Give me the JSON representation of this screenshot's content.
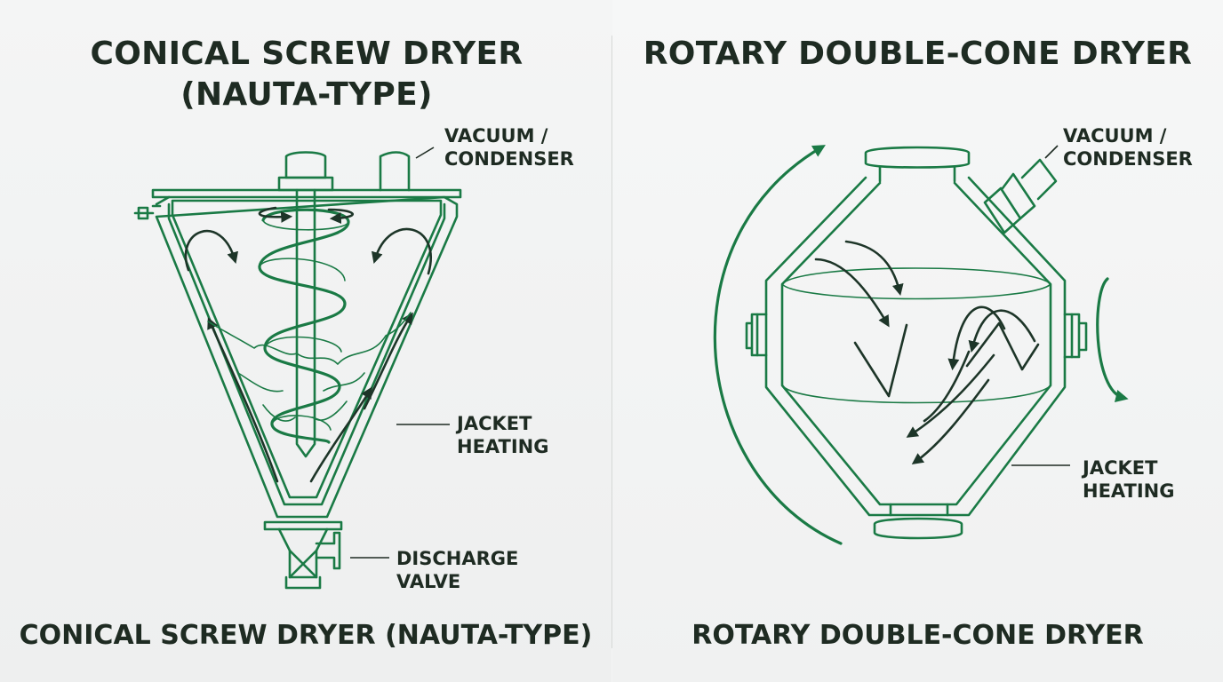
{
  "left": {
    "title_line1": "CONICAL SCREW DRYER",
    "title_line2": "(NAUTA-TYPE)",
    "footer": "CONICAL SCREW DRYER (NAUTA-TYPE)",
    "labels": {
      "vacuum_line1": "VACUUM /",
      "vacuum_line2": "CONDENSER",
      "jacket_line1": "JACKET",
      "jacket_line2": "HEATING",
      "discharge_line1": "DISCHARGE",
      "discharge_line2": "VALVE"
    }
  },
  "right": {
    "title": "ROTARY DOUBLE-CONE DRYER",
    "footer": "ROTARY DOUBLE-CONE DRYER",
    "labels": {
      "vacuum_line1": "VACUUM /",
      "vacuum_line2": "CONDENSER",
      "jacket_line1": "JACKET",
      "jacket_line2": "HEATING"
    }
  },
  "colors": {
    "line_green": "#1a7a45",
    "text_dark": "#1e2b22",
    "background": "#f3f4f4"
  }
}
